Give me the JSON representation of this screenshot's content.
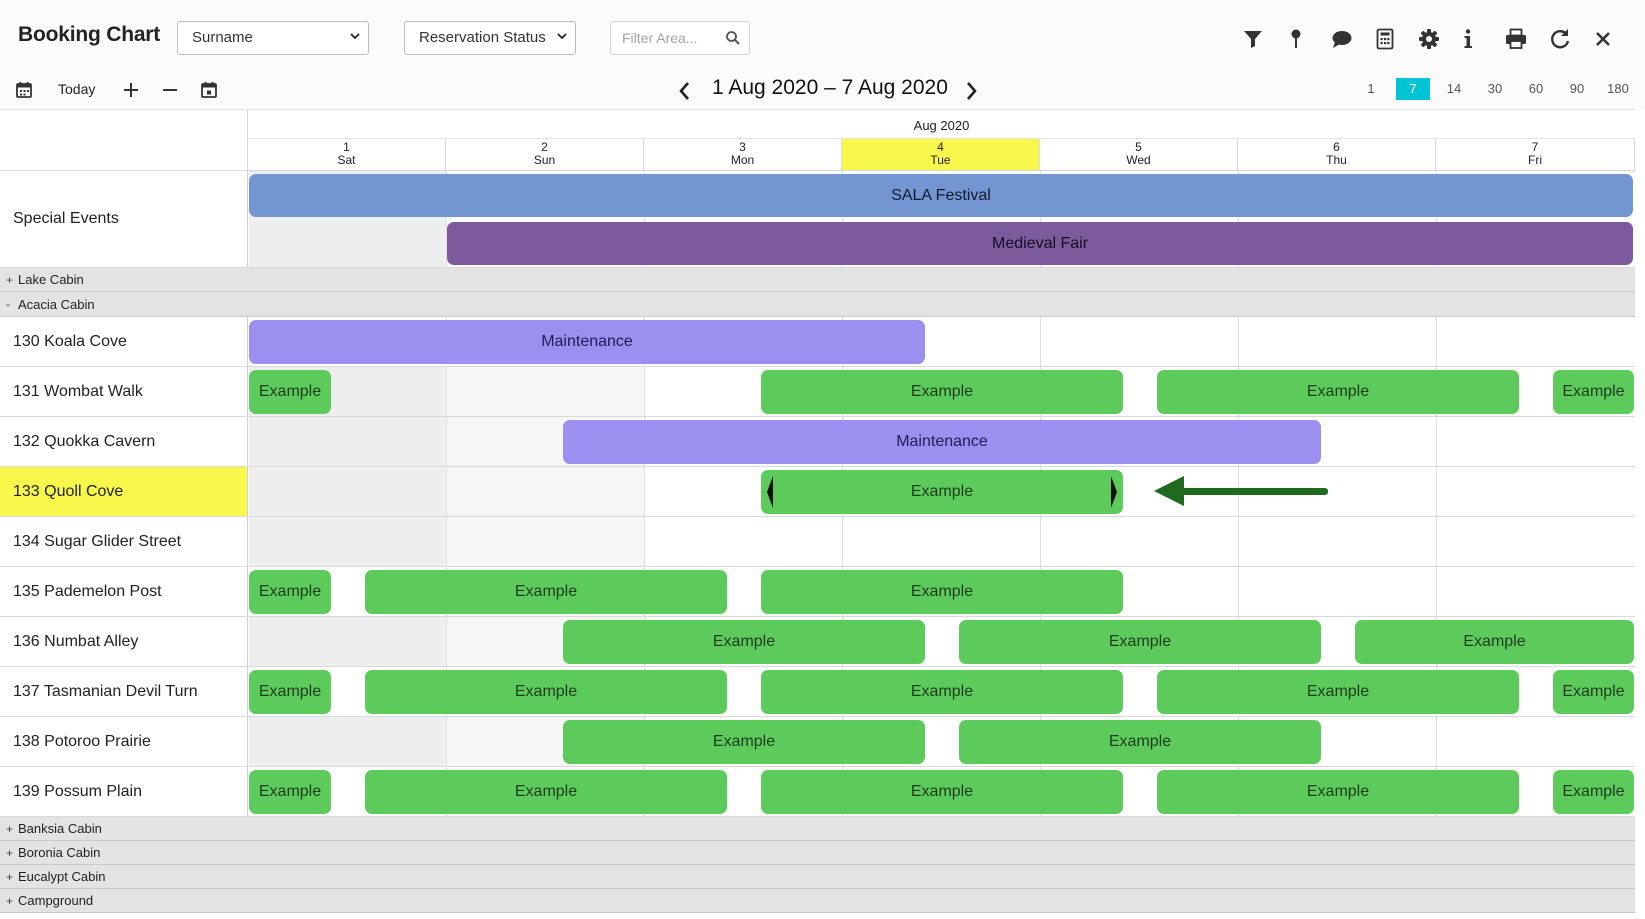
{
  "app": {
    "title": "Booking Chart"
  },
  "toolbar": {
    "sort_select": {
      "value": "Surname"
    },
    "status_select": {
      "value": "Reservation Status"
    },
    "filter": {
      "placeholder": "Filter Area..."
    },
    "icons": [
      "filter-icon",
      "map-pin-icon",
      "comment-icon",
      "calculator-icon",
      "gear-icon",
      "info-icon",
      "print-icon",
      "refresh-icon",
      "close-icon"
    ]
  },
  "nav": {
    "today_label": "Today",
    "range_label": "1 Aug 2020 – 7 Aug 2020",
    "zoom_options": [
      "1",
      "7",
      "14",
      "30",
      "60",
      "90",
      "180"
    ],
    "zoom_active": "7"
  },
  "calendar": {
    "month_label": "Aug 2020",
    "days": [
      {
        "num": "1",
        "dow": "Sat"
      },
      {
        "num": "2",
        "dow": "Sun"
      },
      {
        "num": "3",
        "dow": "Mon"
      },
      {
        "num": "4",
        "dow": "Tue",
        "today": true
      },
      {
        "num": "5",
        "dow": "Wed"
      },
      {
        "num": "6",
        "dow": "Thu"
      },
      {
        "num": "7",
        "dow": "Fri"
      }
    ]
  },
  "special_events": {
    "label": "Special Events",
    "events": [
      {
        "label": "SALA Festival",
        "color": "#7396d2"
      },
      {
        "label": "Medieval Fair",
        "color": "#7c5a9b"
      }
    ]
  },
  "groups": {
    "lake": {
      "toggle": "+",
      "label": "Lake Cabin"
    },
    "acacia": {
      "toggle": "-",
      "label": "Acacia Cabin"
    },
    "banksia": {
      "toggle": "+",
      "label": "Banksia Cabin"
    },
    "boronia": {
      "toggle": "+",
      "label": "Boronia Cabin"
    },
    "eucalypt": {
      "toggle": "+",
      "label": "Eucalypt Cabin"
    },
    "campground": {
      "toggle": "+",
      "label": "Campground"
    }
  },
  "rooms": [
    {
      "label": "130 Koala Cove"
    },
    {
      "label": "131 Wombat Walk"
    },
    {
      "label": "132 Quokka Cavern"
    },
    {
      "label": "133 Quoll Cove",
      "highlighted": true
    },
    {
      "label": "134 Sugar Glider Street"
    },
    {
      "label": "135 Pademelon Post"
    },
    {
      "label": "136 Numbat Alley"
    },
    {
      "label": "137 Tasmanian Devil Turn"
    },
    {
      "label": "138 Potoroo Prairie"
    },
    {
      "label": "139 Possum Plain"
    }
  ],
  "bookings": {
    "example_label": "Example",
    "maintenance_label": "Maintenance"
  },
  "colors": {
    "booking": "#5ccb5b",
    "maintenance": "#9b8ff0",
    "today_highlight": "#f8f84c",
    "zoom_active": "#00c4d4",
    "arrow": "#1f6a1f"
  }
}
